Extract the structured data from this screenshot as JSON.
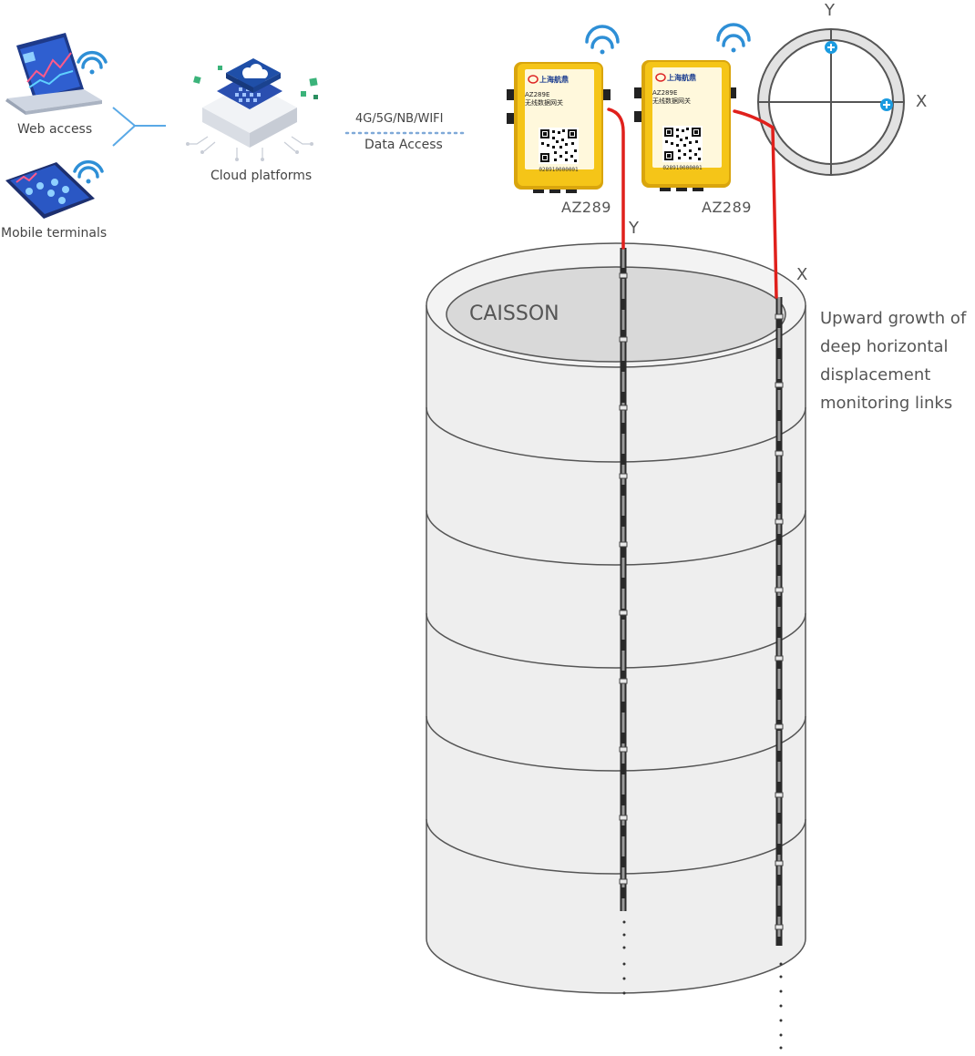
{
  "clients": {
    "web_label": "Web access",
    "mobile_label": "Mobile terminals"
  },
  "cloud": {
    "label": "Cloud platforms"
  },
  "link": {
    "protocol": "4G/5G/NB/WIFI",
    "label": "Data Access"
  },
  "devices": [
    {
      "name": "AZ289",
      "brand": "上海航鼎",
      "model": "AZ289E",
      "desc": "无线数据网关",
      "serial": "028910000001"
    },
    {
      "name": "AZ289",
      "brand": "上海航鼎",
      "model": "AZ289E",
      "desc": "无线数据网关",
      "serial": "028910000001"
    }
  ],
  "axes": {
    "y": "Y",
    "x": "X",
    "probe_y": "Y",
    "probe_x": "X"
  },
  "caisson": {
    "label": "CAISSON",
    "rings": 6
  },
  "description": "Upward growth of deep horizontal displacement monitoring links",
  "colors": {
    "gateway_yellow": "#f5c518",
    "cable_red": "#e0201c",
    "wifi_blue": "#2e8fd6",
    "marker_blue": "#1b9be0",
    "cloud_blue": "#1f4fa8",
    "green_cube": "#3bb37a"
  }
}
